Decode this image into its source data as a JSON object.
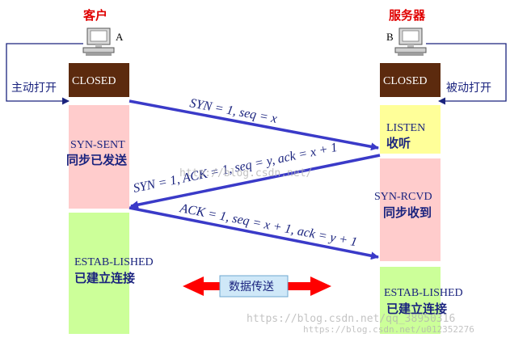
{
  "client": {
    "title": "客户",
    "id": "A",
    "open_label": "主动打开",
    "closed_state": "CLOSED",
    "syn_sent_state": "SYN-SENT",
    "syn_sent_desc": "同步已发送",
    "established_state": "ESTAB-LISHED",
    "established_desc": "已建立连接"
  },
  "server": {
    "title": "服务器",
    "id": "B",
    "open_label": "被动打开",
    "closed_state": "CLOSED",
    "listen_state": "LISTEN",
    "listen_desc": "收听",
    "syn_rcvd_state": "SYN-RCVD",
    "syn_rcvd_desc": "同步收到",
    "established_state": "ESTAB-LISHED",
    "established_desc": "已建立连接"
  },
  "messages": {
    "m1": "SYN = 1, seq = x",
    "m2": "SYN = 1, ACK = 1, seq = y, ack = x + 1",
    "m3": "ACK = 1, seq = x + 1, ack = y + 1"
  },
  "data_transfer": "数据传送",
  "watermarks": {
    "w1": "http://blog.csdn.net/",
    "w2": "https://blog.csdn.net/qq_38950316",
    "w3": "https://blog.csdn.net/u012352276"
  },
  "colors": {
    "closed_fill": "#5c2a0e",
    "pink_fill": "#ffcccc",
    "green_fill": "#ccff99",
    "yellow_fill": "#ffff99",
    "arrow_blue": "#3a3ac8",
    "arrow_red": "#ff0000",
    "title_red": "#e00000"
  }
}
